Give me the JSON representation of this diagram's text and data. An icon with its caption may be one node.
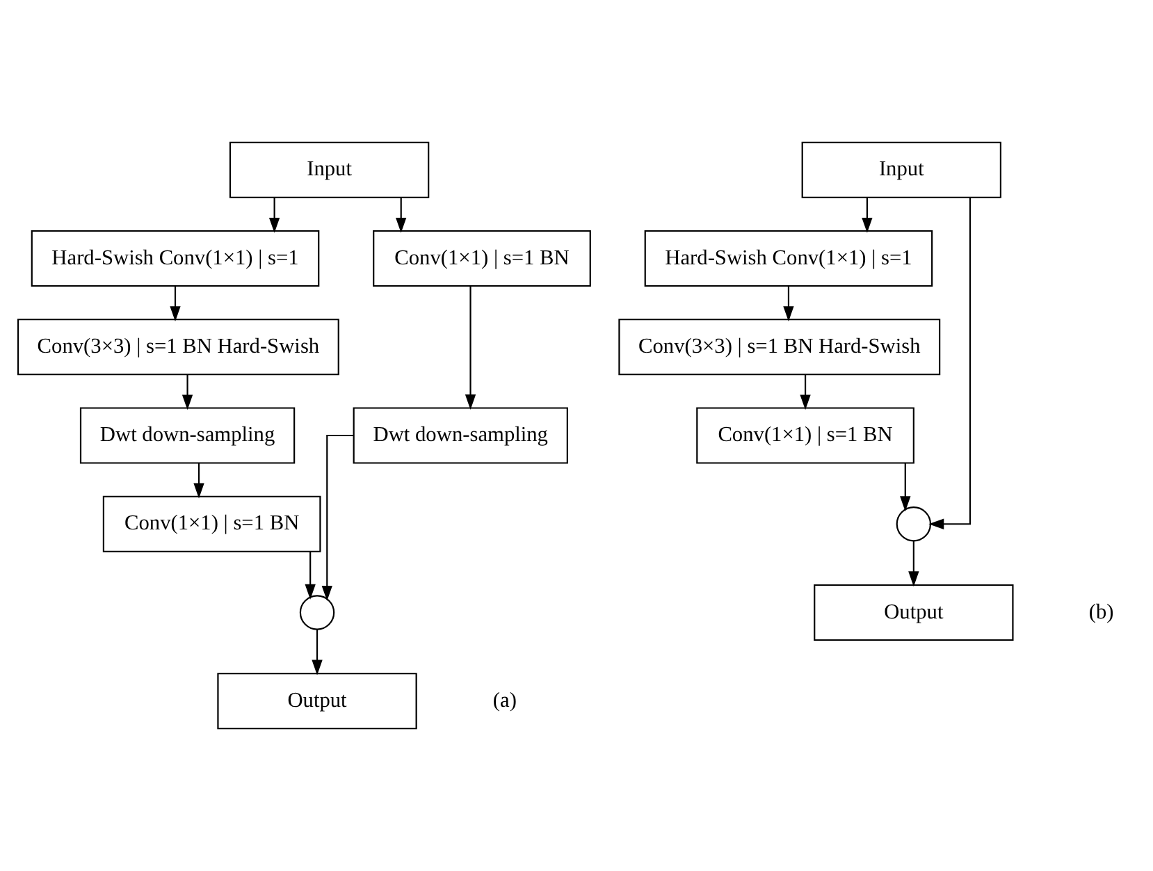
{
  "diagram": {
    "nodes": [
      {
        "text": [
          "Input"
        ]
      },
      {
        "text": [
          "Hard-Swish Conv(1×1) | s=1"
        ]
      },
      {
        "text": [
          "Conv(3×3) | s=1 BN Hard-Swish"
        ]
      },
      {
        "text": [
          "Dwt down-sampling"
        ]
      },
      {
        "text": [
          "Conv(1×1) | s=1 BN"
        ]
      },
      {
        "text": [],
        "shape": "circle"
      },
      {
        "text": [
          "Output"
        ]
      },
      {
        "text": [
          "Conv(1×1) | s=1 BN"
        ]
      },
      {
        "text": [
          "Dwt down-sampling"
        ]
      },
      {
        "text": [
          "Input"
        ]
      },
      {
        "text": [
          "Hard-Swish Conv(1×1) | s=1"
        ]
      },
      {
        "text": [
          "Conv(3×3) | s=1 BN Hard-Swish"
        ]
      },
      {
        "text": [
          "Conv(1×1) | s=1 BN"
        ]
      },
      {
        "text": [],
        "shape": "circle"
      },
      {
        "text": [
          "Output"
        ]
      }
    ],
    "edges": [
      {
        "from": 0,
        "to": 1,
        "arrow": "to"
      },
      {
        "from": 0,
        "to": 7,
        "arrow": "to"
      },
      {
        "from": 1,
        "to": 2,
        "arrow": "to"
      },
      {
        "from": 2,
        "to": 3,
        "arrow": "to"
      },
      {
        "from": 3,
        "to": 4,
        "arrow": "to"
      },
      {
        "from": 4,
        "to": 5,
        "arrow": "to"
      },
      {
        "from": 7,
        "to": 8,
        "arrow": "to"
      },
      {
        "from": 8,
        "to": 5,
        "arrow": "to"
      },
      {
        "from": 5,
        "to": 6,
        "arrow": "to"
      },
      {
        "from": 9,
        "to": 10,
        "arrow": "to"
      },
      {
        "from": 9,
        "to": 13,
        "arrow": "to"
      },
      {
        "from": 10,
        "to": 11,
        "arrow": "to"
      },
      {
        "from": 11,
        "to": 12,
        "arrow": "to"
      },
      {
        "from": 12,
        "to": 13,
        "arrow": "to"
      },
      {
        "from": 13,
        "to": 14,
        "arrow": "to"
      }
    ],
    "labels": [
      "(a)",
      "(b)"
    ]
  }
}
